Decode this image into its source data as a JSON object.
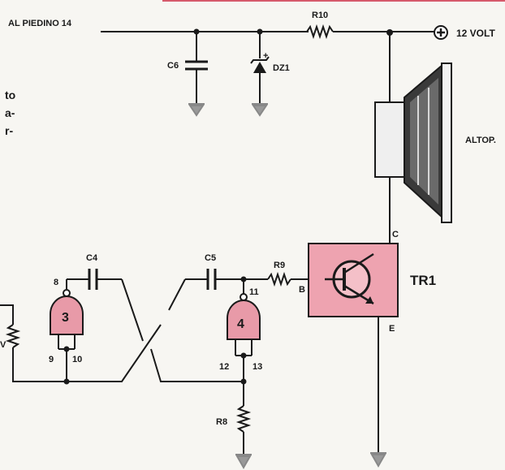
{
  "labels": {
    "al_piedino": "AL PIEDINO 14",
    "r10": "R10",
    "volt": "12 VOLT",
    "c6": "C6",
    "dz1": "DZ1",
    "altop": "ALTOP.",
    "c4": "C4",
    "c5": "C5",
    "r9": "R9",
    "b": "B",
    "c": "C",
    "e": "E",
    "tr1": "TR1",
    "gate3": "3",
    "gate4": "4",
    "pin8": "8",
    "pin9": "9",
    "pin10": "10",
    "pin11": "11",
    "pin12": "12",
    "pin13": "13",
    "r8": "R8",
    "plus": "+"
  },
  "side_text": [
    "to",
    "a-",
    "r-"
  ],
  "colors": {
    "gate_fill": "#e89aa8",
    "transistor_fill": "#eea3b0",
    "ink": "#1a1a1a"
  }
}
